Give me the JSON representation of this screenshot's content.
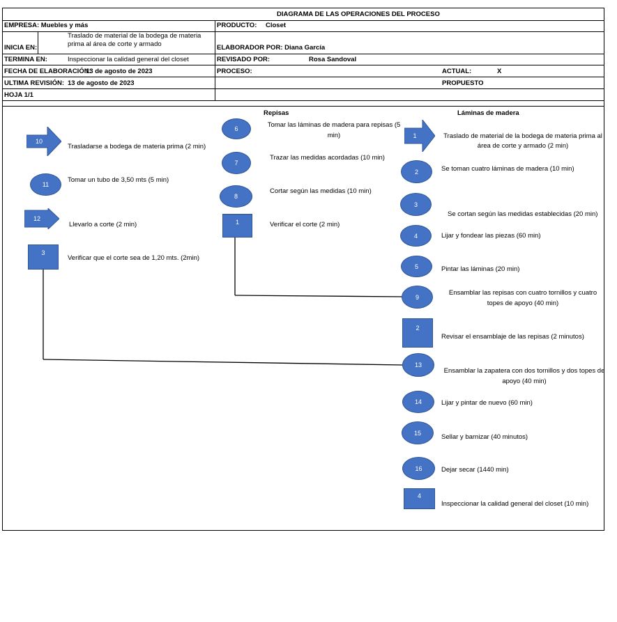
{
  "header": {
    "title": "DIAGRAMA DE LAS OPERACIONES DEL PROCESO",
    "empresa": "EMPRESA: Muebles y más",
    "producto_label": "PRODUCTO:",
    "producto_value": "Closet",
    "inicia_label": "INICIA EN:",
    "inicia_value": "Traslado de material de la bodega de materia prima al área de corte y armado",
    "elaborador": "ELABORADOR POR:  Diana García",
    "termina_label": "TERMINA EN:",
    "termina_value": "Inspeccionar la calidad general del closet",
    "revisado_label": "REVISADO POR:",
    "revisado_value": "Rosa Sandoval",
    "fecha_label": "FECHA DE ELABORACIÓN:",
    "fecha_value": "13 de agosto de 2023",
    "proceso_label": "PROCESO:",
    "actual_label": "ACTUAL:",
    "actual_value": "X",
    "ultima_label": "ULTIMA REVISIÓN:",
    "ultima_value": "13 de agosto de 2023",
    "propuesto_label": "PROPUESTO",
    "hoja": "HOJA 1/1"
  },
  "columns": {
    "repisas": "Repisas",
    "laminas": "Láminas de madera"
  },
  "left": [
    {
      "num": "10",
      "text": "Trasladarse a bodega de materia prima (2 min)"
    },
    {
      "num": "11",
      "text": "Tomar un tubo de 3,50 mts (5 min)"
    },
    {
      "num": "12",
      "text": "Llevarlo a corte (2 min)"
    },
    {
      "num": "3",
      "text": "Verificar que el corte sea de 1,20 mts. (2min)"
    }
  ],
  "middle": [
    {
      "num": "6",
      "text": "Tomar las láminas de madera para repisas (5 min)"
    },
    {
      "num": "7",
      "text": "Trazar las medidas acordadas (10 min)"
    },
    {
      "num": "8",
      "text": "Cortar según las medidas (10 min)"
    },
    {
      "num": "1",
      "text": "Verificar el corte (2 min)"
    }
  ],
  "right": [
    {
      "num": "1",
      "text": "Traslado de material de la bodega de materia prima al área de corte y armado (2 min)"
    },
    {
      "num": "2",
      "text": "Se toman cuatro láminas de madera (10 min)"
    },
    {
      "num": "3",
      "text": "Se cortan según las medidas establecidas (20 min)"
    },
    {
      "num": "4",
      "text": "Lijar y fondear las piezas (60 min)"
    },
    {
      "num": "5",
      "text": "Pintar las láminas (20 min)"
    },
    {
      "num": "9",
      "text": "Ensamblar las repisas con cuatro tornillos y cuatro topes de apoyo (40 min)"
    },
    {
      "num": "2",
      "text": "Revisar el ensamblaje de las repisas (2 minutos)"
    },
    {
      "num": "13",
      "text": "Ensamblar la zapatera con dos tornillos y dos topes de apoyo (40 min)"
    },
    {
      "num": "14",
      "text": "Lijar y pintar de nuevo (60 min)"
    },
    {
      "num": "15",
      "text": "Sellar y barnizar (40 minutos)"
    },
    {
      "num": "16",
      "text": "Dejar secar (1440 min)"
    },
    {
      "num": "4",
      "text": "Inspeccionar la calidad general del closet (10 min)"
    }
  ],
  "colors": {
    "shape_fill": "#4472c4",
    "shape_stroke": "#2f5597"
  }
}
